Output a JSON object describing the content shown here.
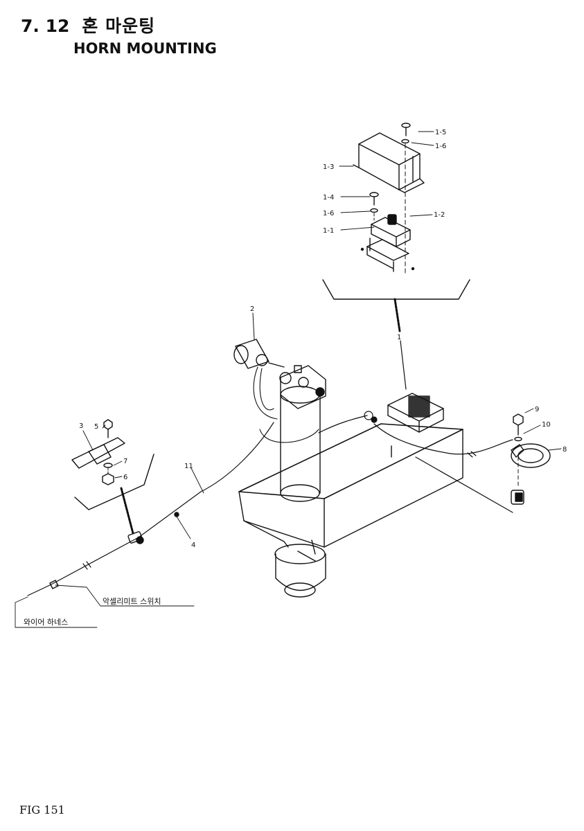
{
  "header": {
    "section_number": "7. 12",
    "title_korean": "혼 마운팅",
    "title_english": "HORN MOUNTING"
  },
  "footer": {
    "figure_label": "FIG 151"
  },
  "callouts": {
    "p1_5": "1-5",
    "p1_6a": "1-6",
    "p1_3": "1-3",
    "p1_4": "1-4",
    "p1_6b": "1-6",
    "p1_2": "1-2",
    "p1_1": "1-1",
    "p1": "1",
    "p2": "2",
    "p3": "3",
    "p4": "4",
    "p5": "5",
    "p6": "6",
    "p7": "7",
    "p8": "8",
    "p9": "9",
    "p10": "10",
    "p11": "11"
  },
  "notes": {
    "accel_limit_switch": "악셀리미트 스위치",
    "wire_harness": "와이어 하네스"
  }
}
